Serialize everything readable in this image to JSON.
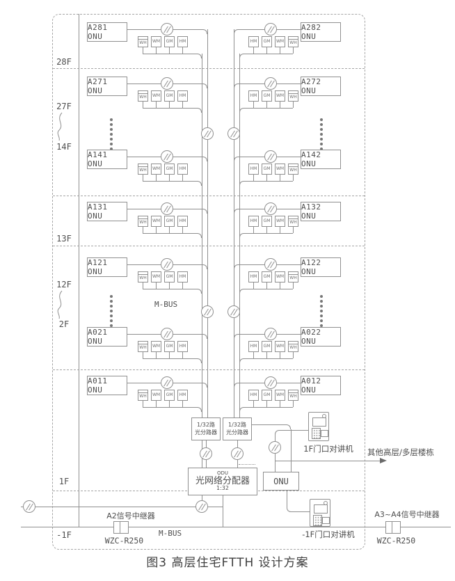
{
  "figure_title": "图3 高层住宅FTTH 设计方案",
  "floors": [
    "28F",
    "27F",
    "14F",
    "13F",
    "12F",
    "2F",
    "1F",
    "-1F"
  ],
  "unit_rows": [
    {
      "left": "A281 ONU",
      "right": "A282 ONU"
    },
    {
      "left": "A271 ONU",
      "right": "A272 ONU"
    },
    {
      "left": "A141 ONU",
      "right": "A142 ONU"
    },
    {
      "left": "A131 ONU",
      "right": "A132 ONU"
    },
    {
      "left": "A121 ONU",
      "right": "A122 ONU"
    },
    {
      "left": "A021 ONU",
      "right": "A022 ONU"
    },
    {
      "left": "A011 ONU",
      "right": "A012 ONU"
    }
  ],
  "meters": {
    "left": [
      "WH",
      "WM",
      "GM",
      "HM"
    ],
    "right": [
      "HM",
      "GM",
      "WM",
      "WH"
    ]
  },
  "mid_bus_label": "M-BUS",
  "bottom_bus_label": "M-BUS",
  "splitters": [
    {
      "line1": "1/32路",
      "line2": "光分路器"
    },
    {
      "line1": "1/32路",
      "line2": "光分路器"
    }
  ],
  "odu": {
    "tag": "ODU",
    "name": "光网络分配器",
    "ratio": "1:32"
  },
  "onu_label": "ONU",
  "intercom_1f": "1F门口对讲机",
  "intercom_b1f": "-1F门口对讲机",
  "repeater_left": {
    "name": "A2信号中继器",
    "model": "WZC-R250"
  },
  "repeater_right": {
    "name": "A3~A4信号中继器",
    "model": "WZC-R250"
  },
  "other_buildings": "其他高层/多层楼栋",
  "colors": {
    "line": "#8f8f8f",
    "text": "#4d4d4d"
  }
}
